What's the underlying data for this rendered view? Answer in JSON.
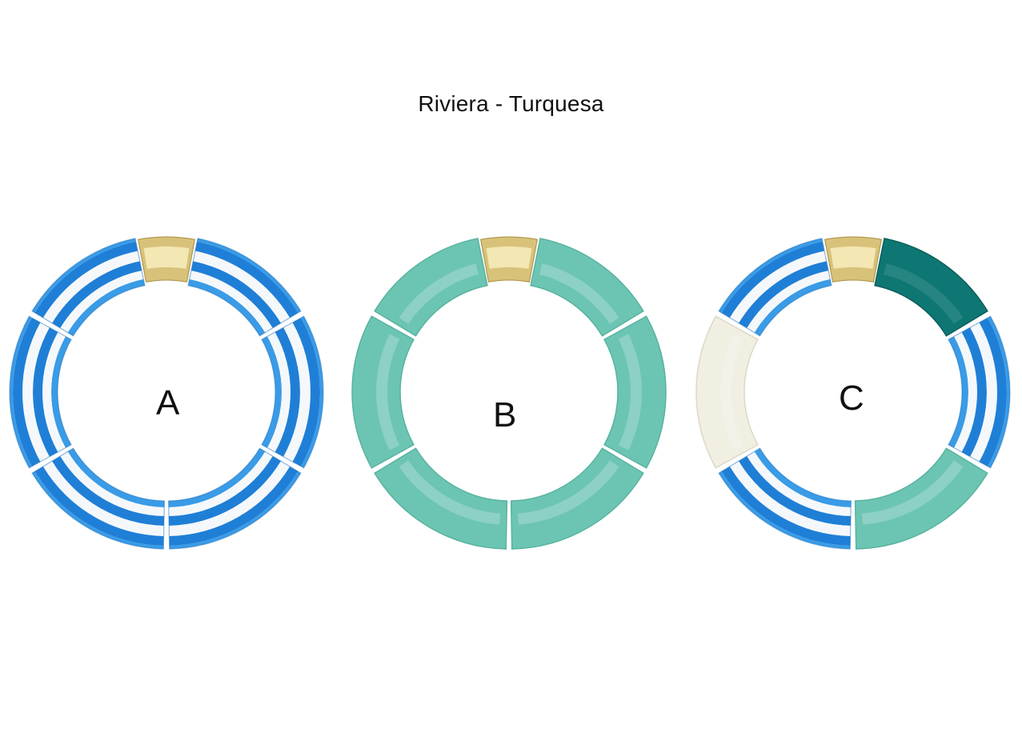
{
  "title": "Riviera - Turquesa",
  "colors": {
    "stripe_blue": "#1f7fd6",
    "stripe_light_blue": "#3a9be6",
    "stripe_white": "#f5f8fb",
    "turquoise": "#6cc5b2",
    "turquoise_dark": "#57b39f",
    "teal_dark": "#0e7773",
    "ivory": "#f1eee2",
    "gold": "#d8c27a"
  },
  "bracelets": [
    {
      "label": "A",
      "beads": [
        "stripe",
        "stripe",
        "stripe",
        "stripe",
        "stripe",
        "stripe"
      ]
    },
    {
      "label": "B",
      "beads": [
        "turquoise",
        "turquoise",
        "turquoise",
        "turquoise",
        "turquoise",
        "turquoise"
      ]
    },
    {
      "label": "C",
      "beads": [
        "teal",
        "stripe",
        "turquoise",
        "stripe",
        "ivory",
        "stripe"
      ]
    }
  ]
}
